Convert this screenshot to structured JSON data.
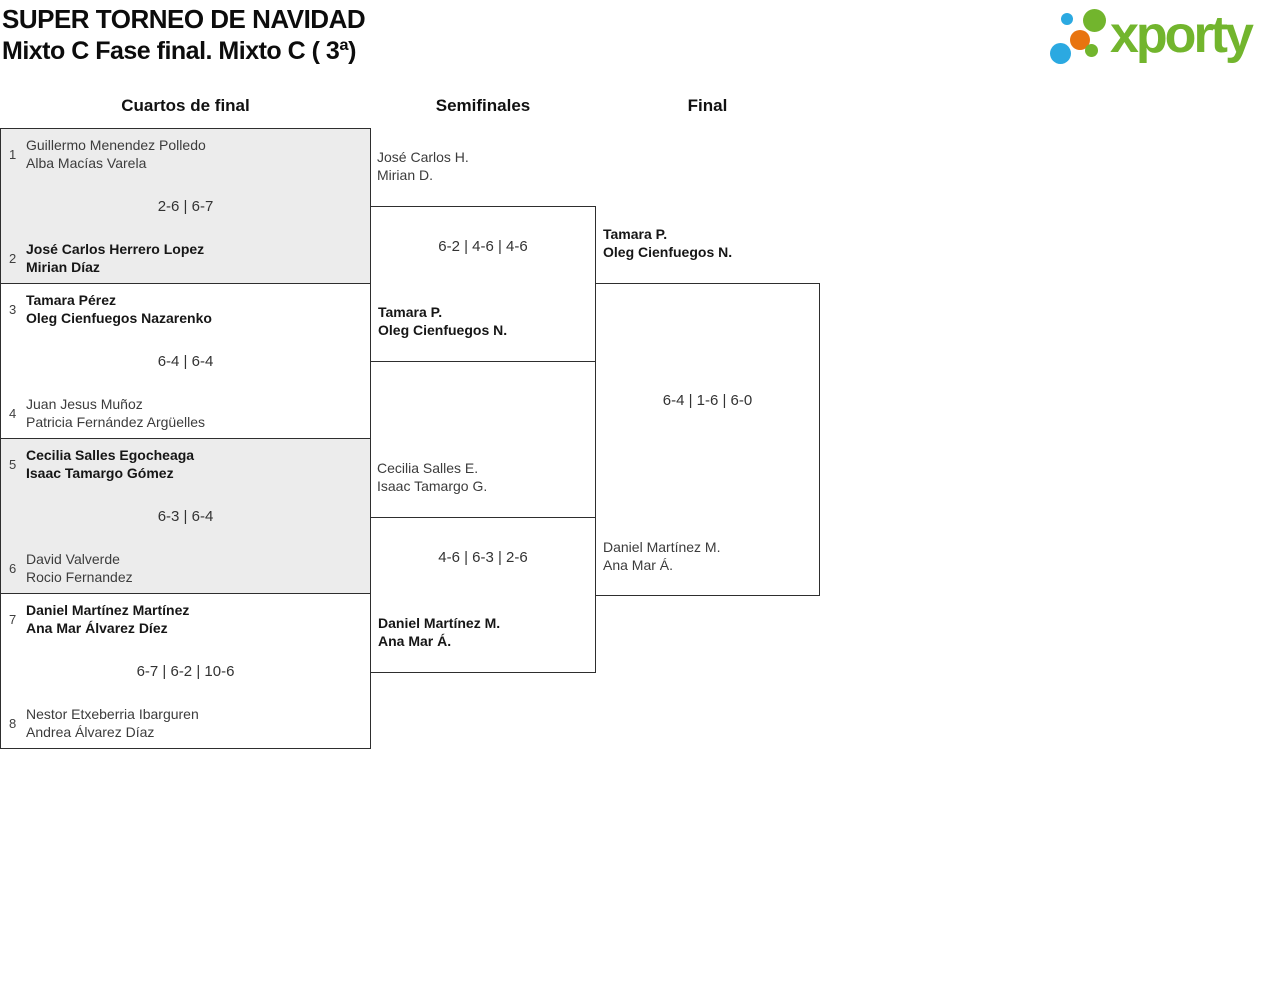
{
  "header": {
    "title_line1": "SUPER TORNEO DE NAVIDAD",
    "title_line2": "Mixto C Fase final. Mixto C ( 3ª)",
    "logo_text": "xporty"
  },
  "colors": {
    "brand_green": "#72b52d",
    "brand_blue": "#2ba9e1",
    "brand_orange": "#e8740f",
    "match_alt_bg": "#ececec",
    "box_border": "#2e2e2e"
  },
  "bracket": {
    "round_labels": [
      "Cuartos de final",
      "Semifinales",
      "Final"
    ],
    "quarterfinals": [
      {
        "seed_top": "1",
        "top": {
          "line1": "Guillermo Menendez Polledo",
          "line2": "Alba Macías Varela",
          "winner": false
        },
        "score": "2-6 | 6-7",
        "seed_bottom": "2",
        "bottom": {
          "line1": "José Carlos Herrero Lopez",
          "line2": "Mirian Díaz",
          "winner": true
        }
      },
      {
        "seed_top": "3",
        "top": {
          "line1": "Tamara Pérez",
          "line2": "Oleg Cienfuegos Nazarenko",
          "winner": true
        },
        "score": "6-4 | 6-4",
        "seed_bottom": "4",
        "bottom": {
          "line1": "Juan Jesus Muñoz",
          "line2": "Patricia Fernández Argüelles",
          "winner": false
        }
      },
      {
        "seed_top": "5",
        "top": {
          "line1": "Cecilia Salles Egocheaga",
          "line2": "Isaac Tamargo Gómez",
          "winner": true
        },
        "score": "6-3 | 6-4",
        "seed_bottom": "6",
        "bottom": {
          "line1": "David Valverde",
          "line2": "Rocio Fernandez",
          "winner": false
        }
      },
      {
        "seed_top": "7",
        "top": {
          "line1": "Daniel Martínez Martínez",
          "line2": "Ana Mar Álvarez Díez",
          "winner": true
        },
        "score": "6-7 | 6-2 | 10-6",
        "seed_bottom": "8",
        "bottom": {
          "line1": "Nestor Etxeberria Ibarguren",
          "line2": "Andrea Álvarez Díaz",
          "winner": false
        }
      }
    ],
    "semifinals": [
      {
        "top": {
          "line1": "José Carlos H.",
          "line2": "Mirian D.",
          "winner": false
        },
        "score": "6-2 | 4-6 | 4-6",
        "winner": {
          "line1": "Tamara P.",
          "line2": "Oleg Cienfuegos N."
        }
      },
      {
        "top": {
          "line1": "Cecilia Salles E.",
          "line2": "Isaac Tamargo G.",
          "winner": false
        },
        "score": "4-6 | 6-3 | 2-6",
        "winner": {
          "line1": "Daniel Martínez M.",
          "line2": "Ana Mar Á."
        }
      }
    ],
    "final": {
      "winner": {
        "line1": "Tamara P.",
        "line2": "Oleg Cienfuegos N."
      },
      "score": "6-4 | 1-6 | 6-0",
      "loser": {
        "line1": "Daniel Martínez M.",
        "line2": "Ana Mar Á."
      }
    }
  }
}
